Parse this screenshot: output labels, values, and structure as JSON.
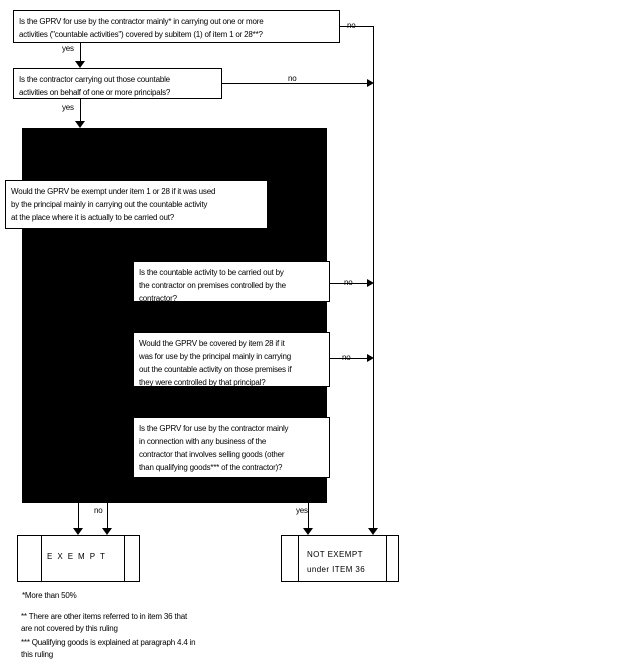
{
  "labels": {
    "yes": "yes",
    "no": "no"
  },
  "boxes": {
    "q1": {
      "lines": [
        "Is the GPRV for use by the contractor mainly* in carrying out one or more",
        "activities (\"countable activities\") covered by subitem (1) of item 1 or 28**?"
      ]
    },
    "q2": {
      "lines": [
        "Is the contractor carrying out those countable",
        "activities on behalf of one or more principals?"
      ]
    },
    "q3": {
      "lines": [
        "Would the GPRV be exempt under item 1 or 28 if it was used",
        "by the principal mainly in carrying out the countable activity",
        "at the place where it is actually to be carried out?"
      ]
    },
    "q4": {
      "lines": [
        "Is the countable activity to be carried out by",
        "the contractor on premises controlled by the",
        "contractor?"
      ]
    },
    "q5": {
      "lines": [
        "Would the GPRV be covered by item 28 if it",
        "was for use by the principal mainly in carrying",
        "out the countable activity on those premises if",
        "they were controlled by that principal?"
      ]
    },
    "q6": {
      "lines": [
        "Is the GPRV for use by the contractor mainly",
        "in connection with any business of the",
        "contractor that involves selling goods (other",
        "than qualifying goods*** of the contractor)?"
      ]
    }
  },
  "outcomes": {
    "exempt": {
      "label": "EXEMPT"
    },
    "not_exempt": {
      "line1": "NOT EXEMPT",
      "line2": "under ITEM 36"
    }
  },
  "footnotes": {
    "fn1": "*More than 50%",
    "fn2_line1": "** There are other items referred to in item 36 that",
    "fn2_line2": "are not covered by this ruling",
    "fn3_line1": "*** Qualifying goods is explained at paragraph 4.4 in",
    "fn3_line2": "this ruling"
  },
  "colors": {
    "line": "#000000",
    "background": "#ffffff",
    "redacted_fill": "#000000"
  }
}
